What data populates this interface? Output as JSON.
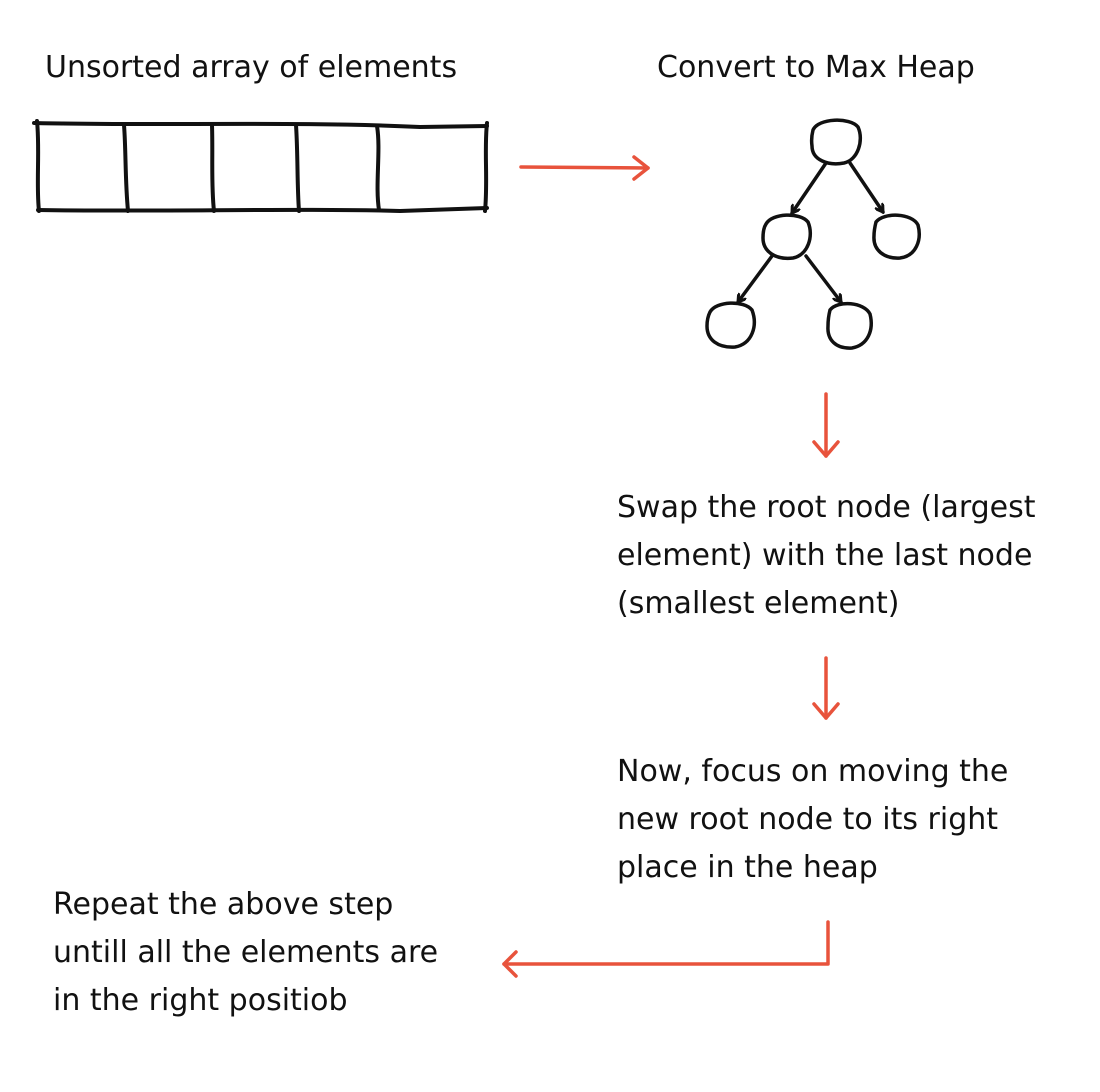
{
  "labels": {
    "unsorted_array": "Unsorted array of elements",
    "convert_heap": "Convert to Max Heap"
  },
  "steps": {
    "swap": [
      "Swap the root node (largest",
      "element) with the last node",
      "(smallest element)"
    ],
    "focus": [
      "Now, focus on moving the",
      "new root node to its right",
      "place in the heap"
    ],
    "repeat": [
      "Repeat the above step",
      "untill all the elements are",
      "in the right positiob"
    ]
  },
  "array": {
    "cell_count": 5
  },
  "heap": {
    "node_count": 5
  },
  "colors": {
    "ink": "#111111",
    "arrow": "#e8533c",
    "background": "#ffffff"
  }
}
